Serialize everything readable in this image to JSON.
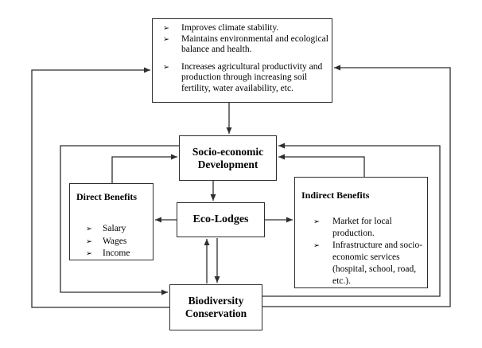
{
  "diagram": {
    "background_color": "#ffffff",
    "line_color": "#2e2e2e",
    "bullet_glyph": "➢",
    "boxes": {
      "environmental_benefits": {
        "items": [
          "Improves climate stability.",
          "Maintains environmental and ecological\nbalance and health.",
          "Increases agricultural productivity and\nproduction through increasing soil\nfertility, water availability, etc."
        ]
      },
      "socio_economic_development": {
        "label": "Socio-economic\nDevelopment"
      },
      "eco_lodges": {
        "label": "Eco-Lodges"
      },
      "direct_benefits": {
        "title": "Direct Benefits",
        "items": [
          "Salary",
          "Wages",
          "Income"
        ]
      },
      "indirect_benefits": {
        "title": "Indirect Benefits",
        "items": [
          "Market for local\nproduction.",
          "Infrastructure and socio-\neconomic services\n(hospital, school, road,\netc.)."
        ]
      },
      "biodiversity_conservation": {
        "label": "Biodiversity\nConservation"
      }
    },
    "connections": [
      {
        "from": "environmental-benefits",
        "to": "socio-economic-development"
      },
      {
        "from": "socio-economic-development",
        "to": "eco-lodges"
      },
      {
        "from": "eco-lodges",
        "to": "direct-benefits"
      },
      {
        "from": "eco-lodges",
        "to": "indirect-benefits"
      },
      {
        "from": "eco-lodges",
        "to": "biodiversity-conservation"
      },
      {
        "from": "biodiversity-conservation",
        "to": "eco-lodges"
      },
      {
        "from": "direct-benefits",
        "to": "socio-economic-development"
      },
      {
        "from": "indirect-benefits",
        "to": "socio-economic-development"
      },
      {
        "from": "socio-economic-development",
        "to": "biodiversity-conservation",
        "via": "left"
      },
      {
        "from": "biodiversity-conservation",
        "to": "socio-economic-development",
        "via": "right"
      },
      {
        "from": "biodiversity-conservation",
        "to": "environmental-benefits",
        "via": "left"
      },
      {
        "from": "biodiversity-conservation",
        "to": "environmental-benefits",
        "via": "right"
      }
    ]
  }
}
